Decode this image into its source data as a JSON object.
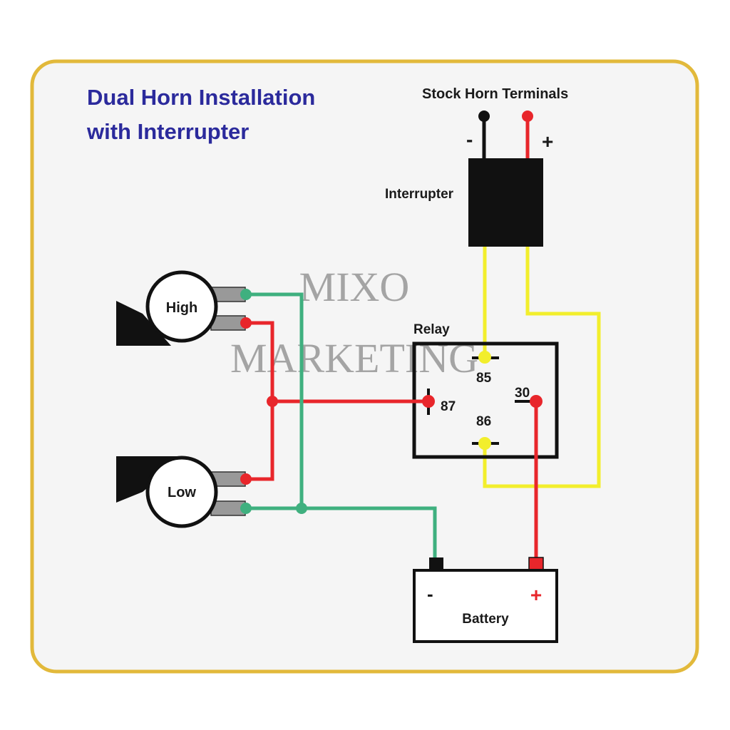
{
  "title": {
    "line1": "Dual Horn Installation",
    "line2": "with Interrupter"
  },
  "labels": {
    "stock_horn_terminals": "Stock Horn Terminals",
    "minus": "-",
    "plus": "+",
    "interrupter": "Interrupter",
    "relay": "Relay",
    "pin85": "85",
    "pin87": "87",
    "pin30": "30",
    "pin86": "86",
    "horn_high": "High",
    "horn_low": "Low",
    "battery": "Battery",
    "battery_minus": "-",
    "battery_plus": "+"
  },
  "watermark": {
    "line1": "MIXO",
    "line2": "MARKETING"
  },
  "colors": {
    "frame": "#e2b93b",
    "title": "#2b2a9c",
    "red_wire": "#e8262b",
    "yellow_wire": "#f2ee2c",
    "green_wire": "#3fb07f"
  }
}
